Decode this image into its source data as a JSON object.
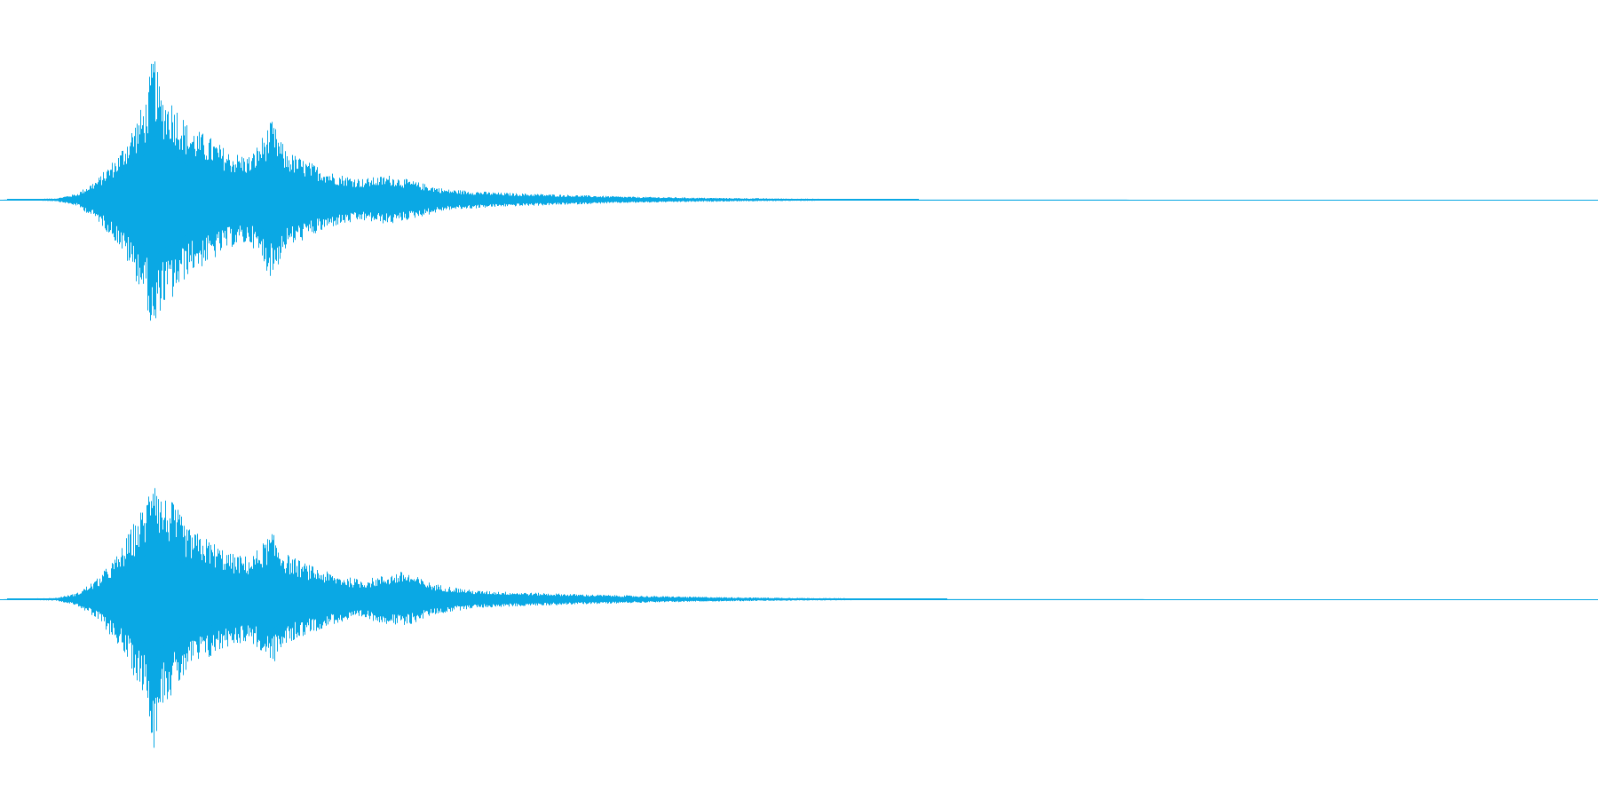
{
  "waveform": {
    "color": "#0aa8e4",
    "background": "#ffffff",
    "channels": [
      {
        "name": "",
        "envelope": [
          [
            0.0,
            0.0
          ],
          [
            0.04,
            0.008
          ],
          [
            0.055,
            0.035
          ],
          [
            0.07,
            0.12
          ],
          [
            0.085,
            0.26
          ],
          [
            0.095,
            0.42
          ],
          [
            0.105,
            0.58
          ],
          [
            0.11,
            0.86
          ],
          [
            0.115,
            0.62
          ],
          [
            0.125,
            0.56
          ],
          [
            0.135,
            0.42
          ],
          [
            0.15,
            0.36
          ],
          [
            0.165,
            0.27
          ],
          [
            0.18,
            0.25
          ],
          [
            0.195,
            0.45
          ],
          [
            0.205,
            0.28
          ],
          [
            0.22,
            0.22
          ],
          [
            0.24,
            0.15
          ],
          [
            0.26,
            0.12
          ],
          [
            0.28,
            0.14
          ],
          [
            0.3,
            0.1
          ],
          [
            0.32,
            0.06
          ],
          [
            0.36,
            0.04
          ],
          [
            0.4,
            0.03
          ],
          [
            0.45,
            0.018
          ],
          [
            0.5,
            0.012
          ],
          [
            0.55,
            0.008
          ],
          [
            0.6,
            0.005
          ],
          [
            0.64,
            0.003
          ],
          [
            0.66,
            0.001
          ],
          [
            1.0,
            0.0
          ]
        ]
      },
      {
        "name": "",
        "envelope": [
          [
            0.0,
            0.0
          ],
          [
            0.04,
            0.008
          ],
          [
            0.055,
            0.035
          ],
          [
            0.07,
            0.12
          ],
          [
            0.085,
            0.26
          ],
          [
            0.095,
            0.42
          ],
          [
            0.105,
            0.56
          ],
          [
            0.11,
            0.86
          ],
          [
            0.115,
            0.6
          ],
          [
            0.125,
            0.54
          ],
          [
            0.135,
            0.4
          ],
          [
            0.15,
            0.34
          ],
          [
            0.165,
            0.26
          ],
          [
            0.18,
            0.24
          ],
          [
            0.195,
            0.38
          ],
          [
            0.205,
            0.26
          ],
          [
            0.22,
            0.2
          ],
          [
            0.24,
            0.14
          ],
          [
            0.26,
            0.11
          ],
          [
            0.29,
            0.16
          ],
          [
            0.31,
            0.09
          ],
          [
            0.34,
            0.05
          ],
          [
            0.38,
            0.038
          ],
          [
            0.42,
            0.028
          ],
          [
            0.47,
            0.018
          ],
          [
            0.52,
            0.012
          ],
          [
            0.57,
            0.008
          ],
          [
            0.62,
            0.005
          ],
          [
            0.66,
            0.002
          ],
          [
            0.68,
            0.001
          ],
          [
            1.0,
            0.0
          ]
        ]
      }
    ]
  }
}
